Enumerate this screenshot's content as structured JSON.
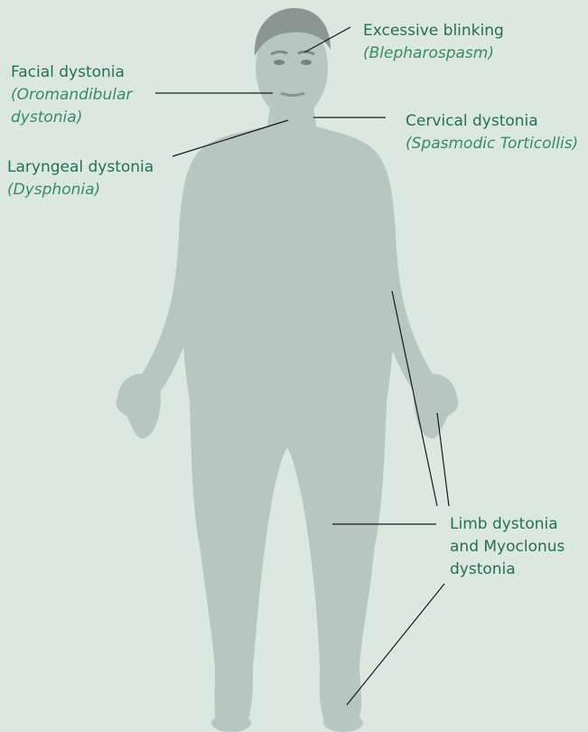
{
  "labels": {
    "blinking": {
      "name": "Excessive blinking",
      "sub": "(Blepharospasm)"
    },
    "facial": {
      "name": "Facial dystonia",
      "sub_line1": "(Oromandibular",
      "sub_line2": "dystonia)"
    },
    "cervical": {
      "name": "Cervical dystonia",
      "sub": "(Spasmodic Torticollis)"
    },
    "laryngeal": {
      "name": "Laryngeal dystonia",
      "sub": "(Dysphonia)"
    },
    "limb": {
      "line1": "Limb dystonia",
      "line2": "and Myoclonus",
      "line3": "dystonia"
    }
  },
  "colors": {
    "background": "#dbe8e2",
    "body": "#b9c7c2",
    "label_text": "#2a6e4f",
    "leader_line": "#1a1a1a"
  }
}
